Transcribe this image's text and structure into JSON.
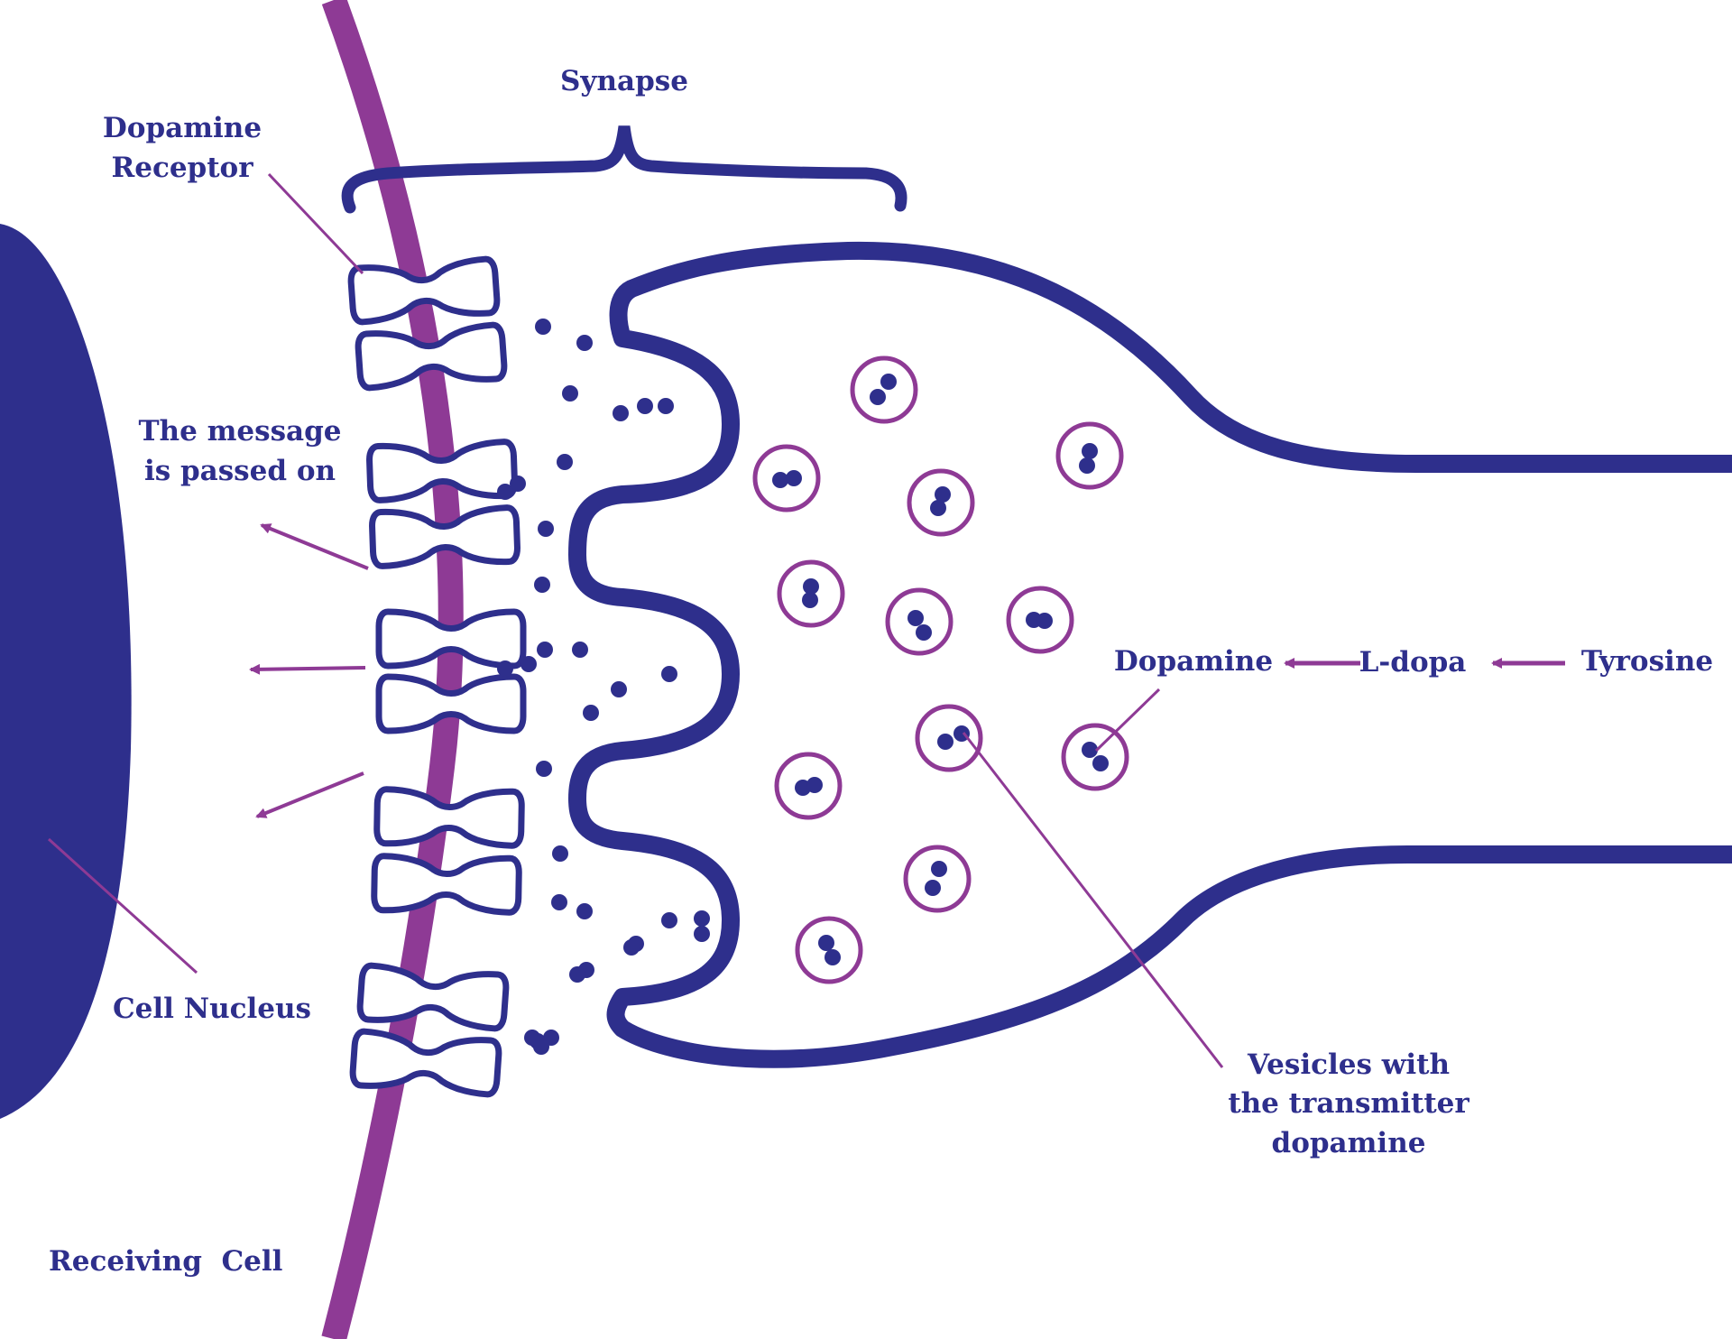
{
  "colors": {
    "navy": "#2e2f8c",
    "purple": "#8e3a95",
    "background": "#ffffff"
  },
  "labels": {
    "synapse": "Synapse",
    "receptor_line1": "Dopamine",
    "receptor_line2": "Receptor",
    "message_line1": "The message",
    "message_line2": "is passed on",
    "nucleus": "Cell Nucleus",
    "receiving_cell": "Receiving  Cell",
    "dopamine": "Dopamine",
    "ldopa": "L-dopa",
    "tyrosine": "Tyrosine",
    "vesicles_line1": "Vesicles with",
    "vesicles_line2": "the transmitter",
    "vesicles_line3": "dopamine"
  },
  "counts": {
    "receptor_pairs": 5,
    "vesicles": 12,
    "released_dopamine_dots": 34
  }
}
